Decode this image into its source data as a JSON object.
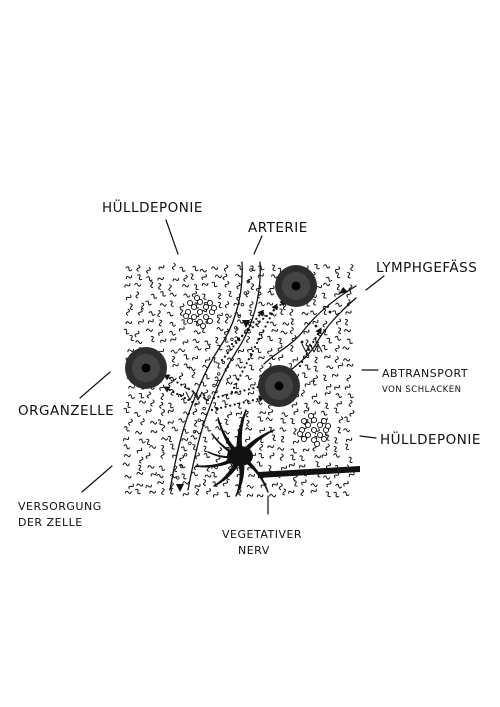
{
  "labels": {
    "huelldeponie_top": "HÜLLDEPONIE",
    "arterie": "ARTERIE",
    "lymphgefaess": "LYMPHGEFÄSS",
    "abtransport_line1": "ABTRANSPORT",
    "abtransport_line2": "VON SCHLACKEN",
    "organzelle": "ORGANZELLE",
    "huelldeponie_right": "HÜLLDEPONIE",
    "versorgung_line1": "VERSORGUNG",
    "versorgung_line2": "DER ZELLE",
    "vegetativer_line1": "VEGETATIVER",
    "vegetativer_line2": "NERV"
  },
  "colors": {
    "ink": "#111111",
    "cell_fill": "#333333",
    "background": "#ffffff"
  },
  "icons": {
    "organ_cell": "organ-cell-icon",
    "debris_cluster": "debris-cluster-icon",
    "nerve": "nerve-ending-icon"
  }
}
